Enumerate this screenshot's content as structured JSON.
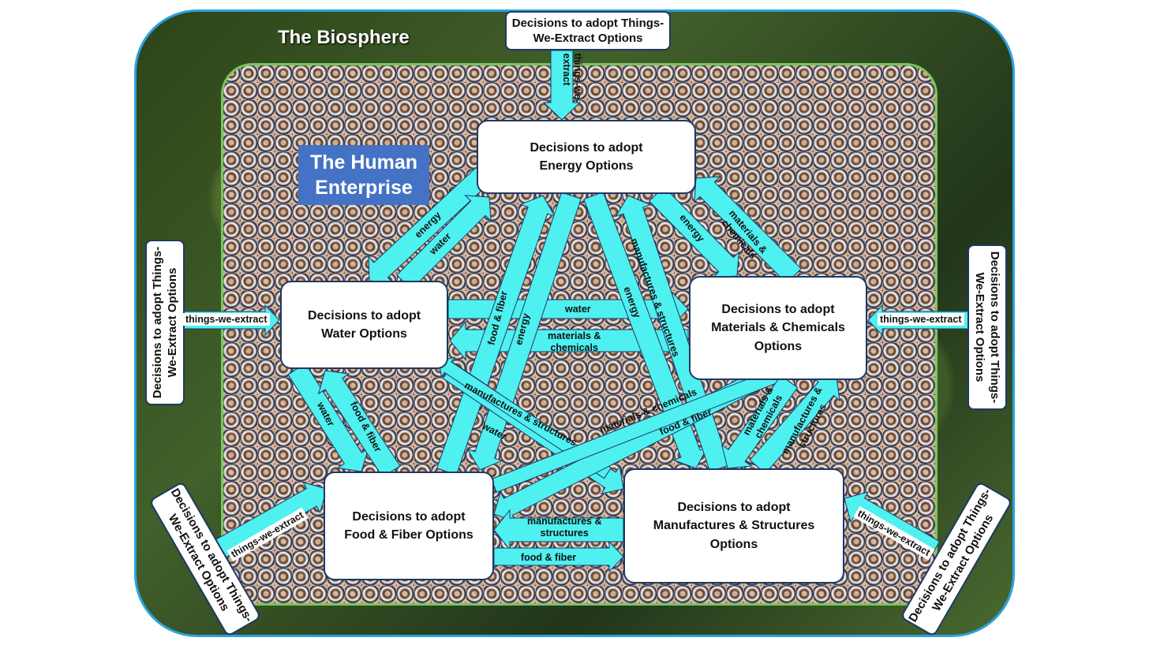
{
  "biosphere_title": "The Biosphere",
  "human_title": "The Human\nEnterprise",
  "boxes": {
    "energy": "Decisions to adopt\nEnergy Options",
    "water": "Decisions to adopt\nWater Options",
    "materials": "Decisions to adopt\nMaterials & Chemicals\nOptions",
    "food": "Decisions to adopt\nFood & Fiber Options",
    "manufactures": "Decisions to adopt\nManufactures & Structures\nOptions"
  },
  "extract_boxes": {
    "top": "Decisions to adopt Things-\nWe-Extract Options",
    "left": "Decisions to adopt Things-\nWe-Extract Options",
    "right": "Decisions to adopt Things-\nWe-Extract Options",
    "bottom_left": "Decisions to adopt Things-\nWe-Extract Options",
    "bottom_right": "Decisions to adopt Things-\nWe-Extract Options"
  },
  "extract_labels": {
    "top": "things-we-\nextract",
    "left": "things-we-extract",
    "right": "things-we-extract",
    "bottom_left": "things-we-extract",
    "bottom_right": "things-we-extract"
  },
  "flow_labels": {
    "energy_to_water": "energy",
    "water_to_energy": "water",
    "energy_to_materials": "energy",
    "materials_to_energy": "materials &\nchemicals",
    "water_to_materials": "water",
    "materials_to_water": "materials &\nchemicals",
    "food_to_energy": "food & fiber",
    "energy_to_food": "energy",
    "manufactures_to_energy": "manufactures & structures",
    "energy_to_manufactures": "energy",
    "water_to_food": "water",
    "food_to_water": "food & fiber",
    "manufactures_to_water": "manufactures & structures",
    "water_to_manufactures": "water",
    "materials_to_food": "materials & chemicals",
    "food_to_materials": "food & fiber",
    "materials_to_manufactures": "materials &\nchemicals",
    "manufactures_to_materials": "manufactures &\nstructures",
    "manufactures_to_food": "manufactures &\nstructures",
    "food_to_manufactures": "food & fiber"
  },
  "colors": {
    "arrow": "#4ff0f0",
    "arrow_stroke": "#1f3864",
    "box_border": "#1f3864",
    "biosphere_border": "#29a3e0",
    "human_border": "#76c75b",
    "human_title_bg": "#4472c4"
  }
}
